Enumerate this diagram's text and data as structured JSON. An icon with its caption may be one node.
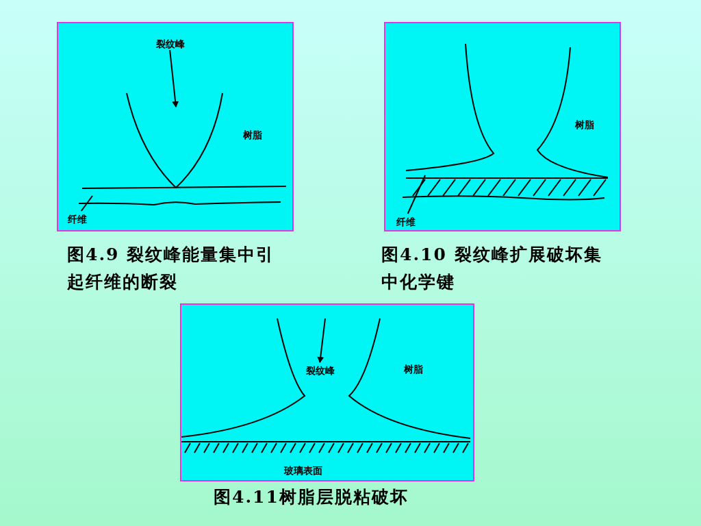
{
  "diagram": {
    "nodes": [
      {
        "text": [],
        "shape": "box",
        "beside": [
          "图4.9 裂纹峰能量集中引起纤维的断裂"
        ]
      },
      {
        "text": [
          "裂纹峰"
        ],
        "in": 0
      },
      {
        "text": [
          "纤维"
        ],
        "in": 0
      },
      {
        "text": [],
        "shape": "box",
        "beside": [
          "图4.10 裂纹峰扩展破坏集中化学键"
        ]
      },
      {
        "text": [
          "纤维"
        ],
        "in": 3
      },
      {
        "text": [],
        "shape": "box",
        "beside": [
          "图4.11树脂层脱粘破坏"
        ]
      },
      {
        "text": [
          "裂纹峰"
        ],
        "in": 5
      }
    ],
    "edges": [
      {
        "from": 1,
        "to": null,
        "arrow": "to"
      },
      {
        "from": 2,
        "to": null,
        "arrow": "none"
      },
      {
        "from": 4,
        "to": null,
        "arrow": "none"
      },
      {
        "from": null,
        "to": 6,
        "arrow": "to"
      }
    ],
    "labels": [
      "树脂",
      "树脂",
      "树脂",
      "玻璃表面"
    ]
  }
}
